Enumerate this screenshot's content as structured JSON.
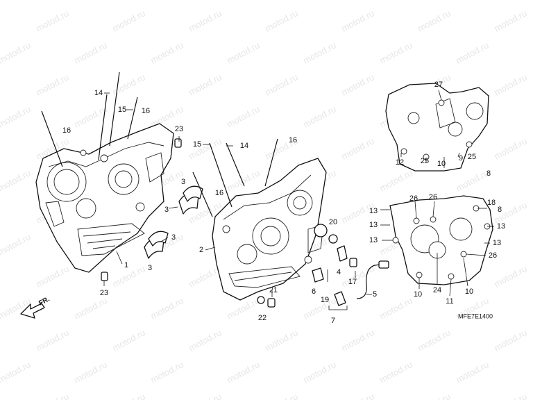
{
  "watermark": "motod.ru",
  "diagram_code": "MFE7E1400",
  "front_marker": "FR.",
  "callouts": [
    {
      "id": "c14a",
      "label": "14"
    },
    {
      "id": "c15a",
      "label": "15"
    },
    {
      "id": "c16a",
      "label": "16"
    },
    {
      "id": "c16b",
      "label": "16"
    },
    {
      "id": "c23a",
      "label": "23"
    },
    {
      "id": "c1",
      "label": "1"
    },
    {
      "id": "c23b",
      "label": "23"
    },
    {
      "id": "c3a",
      "label": "3"
    },
    {
      "id": "c3b",
      "label": "3"
    },
    {
      "id": "c3c",
      "label": "3"
    },
    {
      "id": "c3d",
      "label": "3"
    },
    {
      "id": "c16c",
      "label": "16"
    },
    {
      "id": "c15b",
      "label": "15"
    },
    {
      "id": "c14b",
      "label": "14"
    },
    {
      "id": "c16d",
      "label": "16"
    },
    {
      "id": "c2",
      "label": "2"
    },
    {
      "id": "c20",
      "label": "20"
    },
    {
      "id": "c4",
      "label": "4"
    },
    {
      "id": "c17",
      "label": "17"
    },
    {
      "id": "c6",
      "label": "6"
    },
    {
      "id": "c19",
      "label": "19"
    },
    {
      "id": "c7",
      "label": "7"
    },
    {
      "id": "c5",
      "label": "5"
    },
    {
      "id": "c21",
      "label": "21"
    },
    {
      "id": "c22",
      "label": "22"
    },
    {
      "id": "c27",
      "label": "27"
    },
    {
      "id": "c25a",
      "label": "25"
    },
    {
      "id": "c25b",
      "label": "25"
    },
    {
      "id": "c12",
      "label": "12"
    },
    {
      "id": "c10a",
      "label": "10"
    },
    {
      "id": "c9",
      "label": "9"
    },
    {
      "id": "c8a",
      "label": "8"
    },
    {
      "id": "c18",
      "label": "18"
    },
    {
      "id": "c8b",
      "label": "8"
    },
    {
      "id": "c26a",
      "label": "26"
    },
    {
      "id": "c26b",
      "label": "26"
    },
    {
      "id": "c13a",
      "label": "13"
    },
    {
      "id": "c13b",
      "label": "13"
    },
    {
      "id": "c13c",
      "label": "13"
    },
    {
      "id": "c13d",
      "label": "13"
    },
    {
      "id": "c13e",
      "label": "13"
    },
    {
      "id": "c26c",
      "label": "26"
    },
    {
      "id": "c10b",
      "label": "10"
    },
    {
      "id": "c24",
      "label": "24"
    },
    {
      "id": "c11",
      "label": "11"
    },
    {
      "id": "c10c",
      "label": "10"
    }
  ]
}
